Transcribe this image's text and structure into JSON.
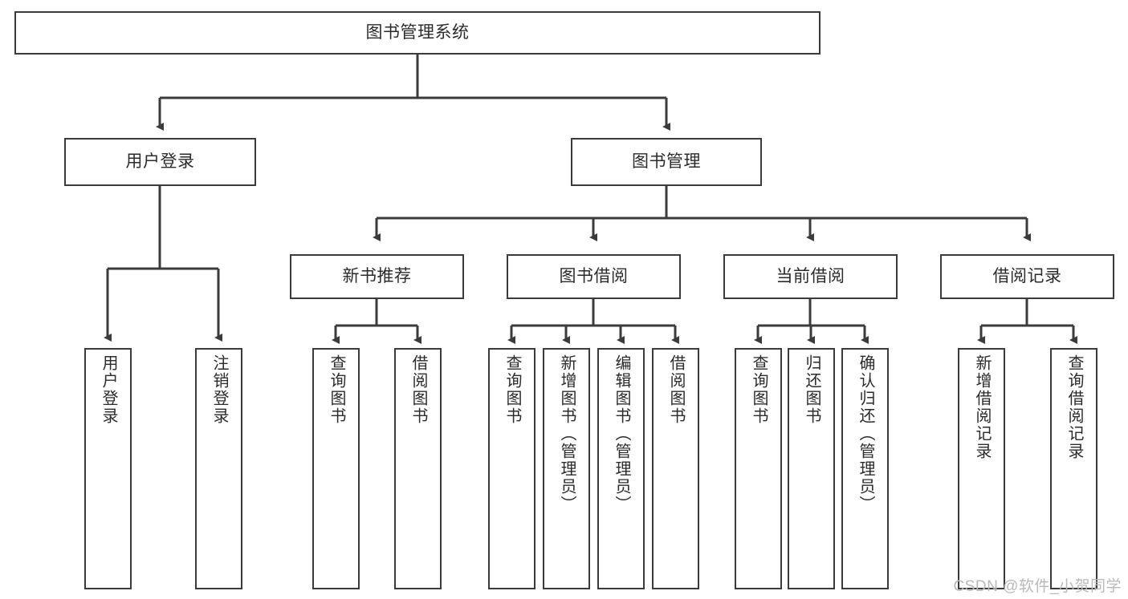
{
  "chart_data": {
    "type": "diagram",
    "diagram_kind": "tree",
    "title": "图书管理系统",
    "orientation": "top-down",
    "levels": 4,
    "node_count": 18,
    "edge_style": "orthogonal-with-arrowheads"
  },
  "theme": {
    "background": "#ffffff",
    "box_border": "#3b3b3b",
    "box_fill": "#ffffff",
    "text": "#2b2b2b",
    "connector": "#3b3b3b",
    "watermark": "#b9b9b9"
  },
  "root": {
    "label": "图书管理系统"
  },
  "level2": [
    {
      "label": "用户登录"
    },
    {
      "label": "图书管理"
    }
  ],
  "level3": [
    {
      "label": "新书推荐"
    },
    {
      "label": "图书借阅"
    },
    {
      "label": "当前借阅"
    },
    {
      "label": "借阅记录"
    }
  ],
  "leaves": {
    "user_login": [
      {
        "label": "用户登录"
      },
      {
        "label": "注销登录"
      }
    ],
    "new_book": [
      {
        "label": "查询图书"
      },
      {
        "label": "借阅图书"
      }
    ],
    "book_borrow": [
      {
        "label": "查询图书"
      },
      {
        "label": "新增图书（管理员）"
      },
      {
        "label": "编辑图书（管理员）"
      },
      {
        "label": "借阅图书"
      }
    ],
    "current_borrow": [
      {
        "label": "查询图书"
      },
      {
        "label": "归还图书"
      },
      {
        "label": "确认归还（管理员）"
      }
    ],
    "borrow_record": [
      {
        "label": "新增借阅记录"
      },
      {
        "label": "查询借阅记录"
      }
    ]
  },
  "watermark": {
    "text": "CSDN @软件_小贺同学"
  }
}
